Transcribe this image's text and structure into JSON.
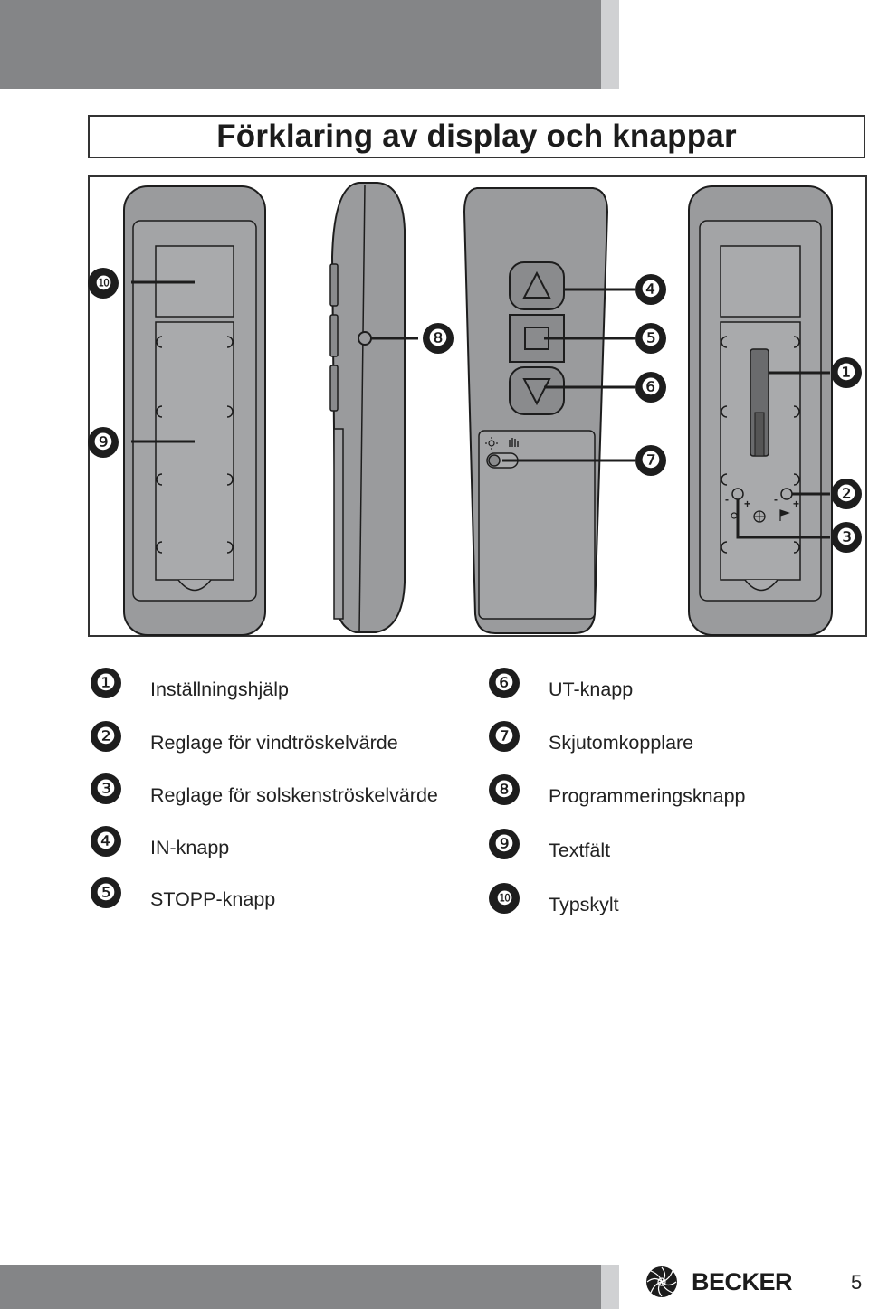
{
  "page": {
    "title": "Förklaring av display och knappar",
    "page_number": "5",
    "brand": "BECKER"
  },
  "callouts": [
    "❿",
    "❾",
    "❽",
    "❹",
    "❺",
    "❻",
    "❼",
    "❶",
    "❷",
    "❸"
  ],
  "legend": [
    {
      "num": "❶",
      "text": "Inställningshjälp"
    },
    {
      "num": "❷",
      "text": "Reglage för vindtröskelvärde"
    },
    {
      "num": "❸",
      "text": "Reglage för solskenströskelvärde"
    },
    {
      "num": "❹",
      "text": "IN-knapp"
    },
    {
      "num": "❺",
      "text": "STOPP-knapp"
    },
    {
      "num": "❻",
      "text": "UT-knapp"
    },
    {
      "num": "❼",
      "text": "Skjutomkopplare"
    },
    {
      "num": "❽",
      "text": "Programmeringsknapp"
    },
    {
      "num": "❾",
      "text": "Textfält"
    },
    {
      "num": "❿",
      "text": "Typskylt"
    }
  ],
  "colors": {
    "bar": "#848587",
    "bar_light": "#d0d1d3",
    "remote_body": "#9a9b9d",
    "remote_panel": "#a9aaac",
    "outline": "#1d1d1d"
  }
}
